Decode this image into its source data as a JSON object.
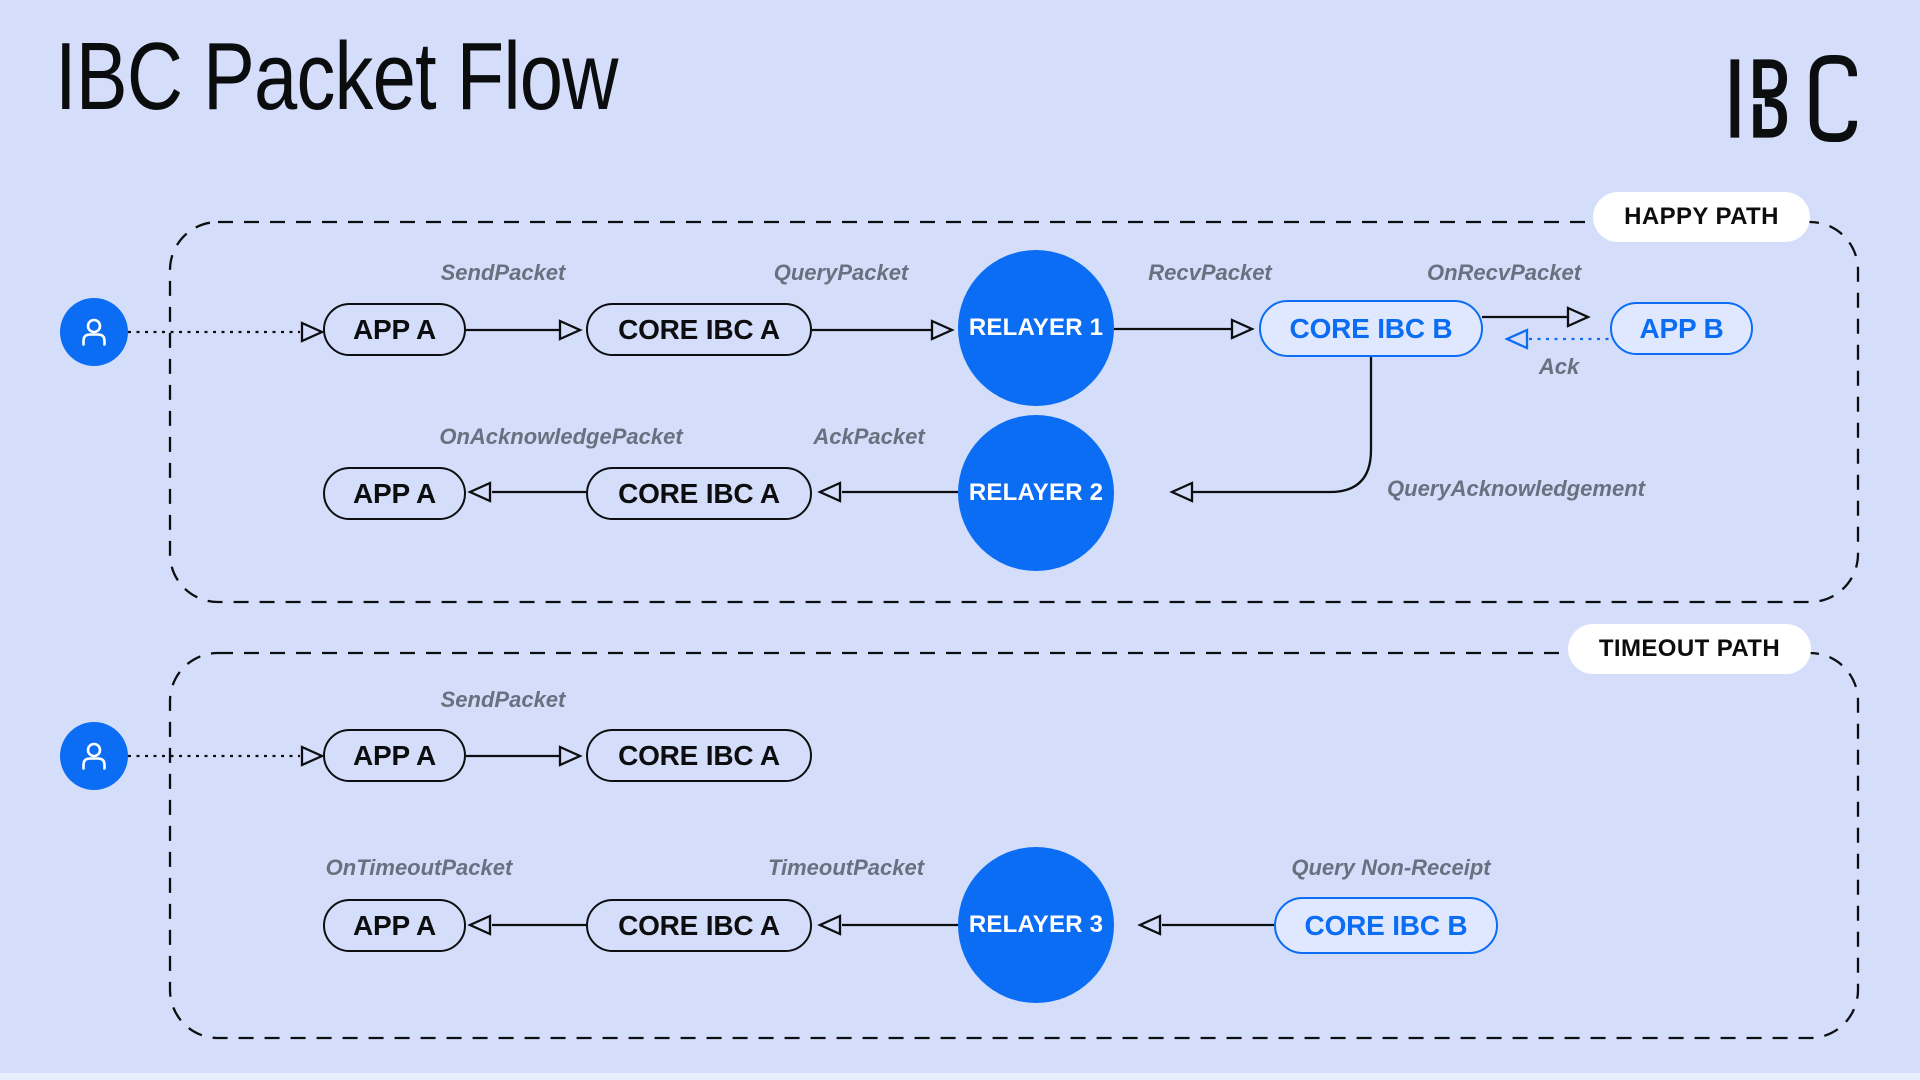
{
  "header": {
    "title": "IBC Packet Flow",
    "logo_text": "IBC"
  },
  "icons": {
    "user": "user-icon",
    "logo": "ibc-logo"
  },
  "colors": {
    "background": "#d4defb",
    "accent_blue": "#0b6cf4",
    "blue_pill_fill": "#dfe8fe",
    "label_gray": "#69707f",
    "line_black": "#0d0e10",
    "badge_white": "#ffffff"
  },
  "happy_path": {
    "badge": "HAPPY PATH",
    "row1": {
      "nodes": {
        "app_a": "APP A",
        "core_ibc_a": "CORE IBC A",
        "relayer_1": "RELAYER 1",
        "core_ibc_b": "CORE IBC B",
        "app_b": "APP B"
      },
      "labels": {
        "send_packet": "SendPacket",
        "query_packet": "QueryPacket",
        "recv_packet": "RecvPacket",
        "on_recv_packet": "OnRecvPacket",
        "ack": "Ack"
      }
    },
    "row2": {
      "nodes": {
        "app_a": "APP A",
        "core_ibc_a": "CORE IBC A",
        "relayer_2": "RELAYER 2"
      },
      "labels": {
        "on_acknowledge_packet": "OnAcknowledgePacket",
        "ack_packet": "AckPacket",
        "query_acknowledgement": "QueryAcknowledgement"
      }
    }
  },
  "timeout_path": {
    "badge": "TIMEOUT PATH",
    "row1": {
      "nodes": {
        "app_a": "APP A",
        "core_ibc_a": "CORE IBC A"
      },
      "labels": {
        "send_packet": "SendPacket"
      }
    },
    "row2": {
      "nodes": {
        "app_a": "APP A",
        "core_ibc_a": "CORE IBC A",
        "relayer_3": "RELAYER 3",
        "core_ibc_b": "CORE IBC B"
      },
      "labels": {
        "on_timeout_packet": "OnTimeoutPacket",
        "timeout_packet": "TimeoutPacket",
        "query_non_receipt": "Query Non-Receipt"
      }
    }
  }
}
